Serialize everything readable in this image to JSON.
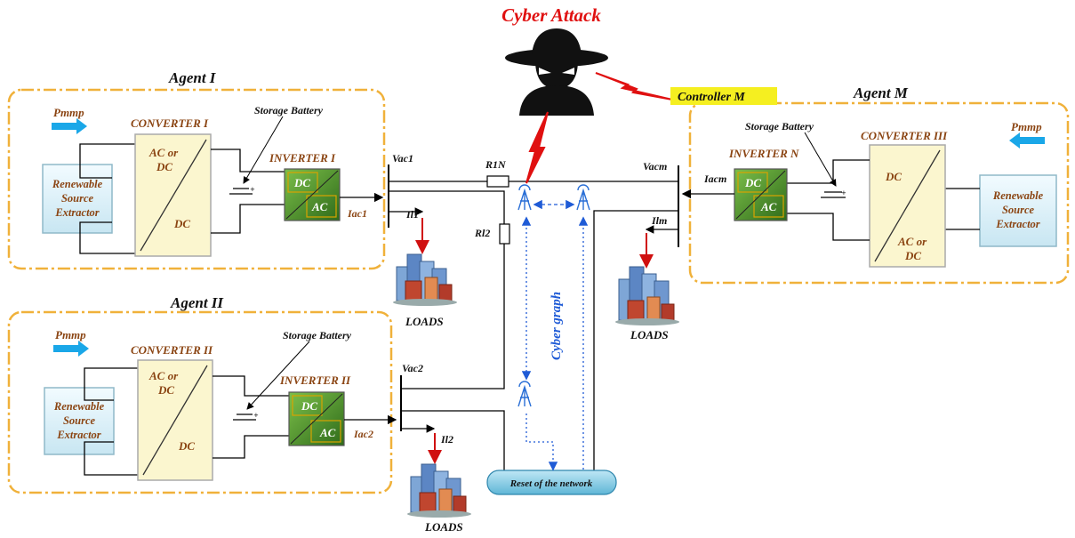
{
  "title": "Cyber Attack",
  "controller": "Controller M",
  "agents": {
    "agent1": {
      "label": "Agent I",
      "pmmp": "Pmmp",
      "source": [
        "Renewable",
        "Source",
        "Extractor"
      ],
      "converter": "CONVERTER I",
      "conv_in": [
        "AC or",
        "DC"
      ],
      "conv_out": "DC",
      "battery": "Storage Battery",
      "inverter": "INVERTER I",
      "inv_in": "DC",
      "inv_out": "AC",
      "vac": "Vac1",
      "iac": "Iac1",
      "il": "Il1"
    },
    "agent2": {
      "label": "Agent II",
      "pmmp": "Pmmp",
      "source": [
        "Renewable",
        "Source",
        "Extractor"
      ],
      "converter": "CONVERTER II",
      "conv_in": [
        "AC or",
        "DC"
      ],
      "conv_out": "DC",
      "battery": "Storage Battery",
      "inverter": "INVERTER II",
      "inv_in": "DC",
      "inv_out": "AC",
      "vac": "Vac2",
      "iac": "Iac2",
      "il": "Il2"
    },
    "agentM": {
      "label": "Agent M",
      "pmmp": "Pmmp",
      "source": [
        "Renewable",
        "Source",
        "Extractor"
      ],
      "converter": "CONVERTER III",
      "conv_in": [
        "AC or",
        "DC"
      ],
      "conv_out": "DC",
      "battery": "Storage Battery",
      "inverter": "INVERTER N",
      "inv_in": "DC",
      "inv_out": "AC",
      "vac": "Vacm",
      "iac": "Iacm",
      "il": "Ilm"
    }
  },
  "lines": {
    "r1n": "R1N",
    "rl2": "Rl2"
  },
  "loads": "LOADS",
  "cyber_graph": "Cyber graph",
  "reset": "Reset of the network",
  "colors": {
    "frame": "#f0b13a",
    "text": "#8b4513",
    "attack": "#e01010",
    "link": "#1f5bd6",
    "green": "#4f8a2a",
    "source_box": "#d9eef7",
    "converter_box": "#fbf6cf"
  }
}
